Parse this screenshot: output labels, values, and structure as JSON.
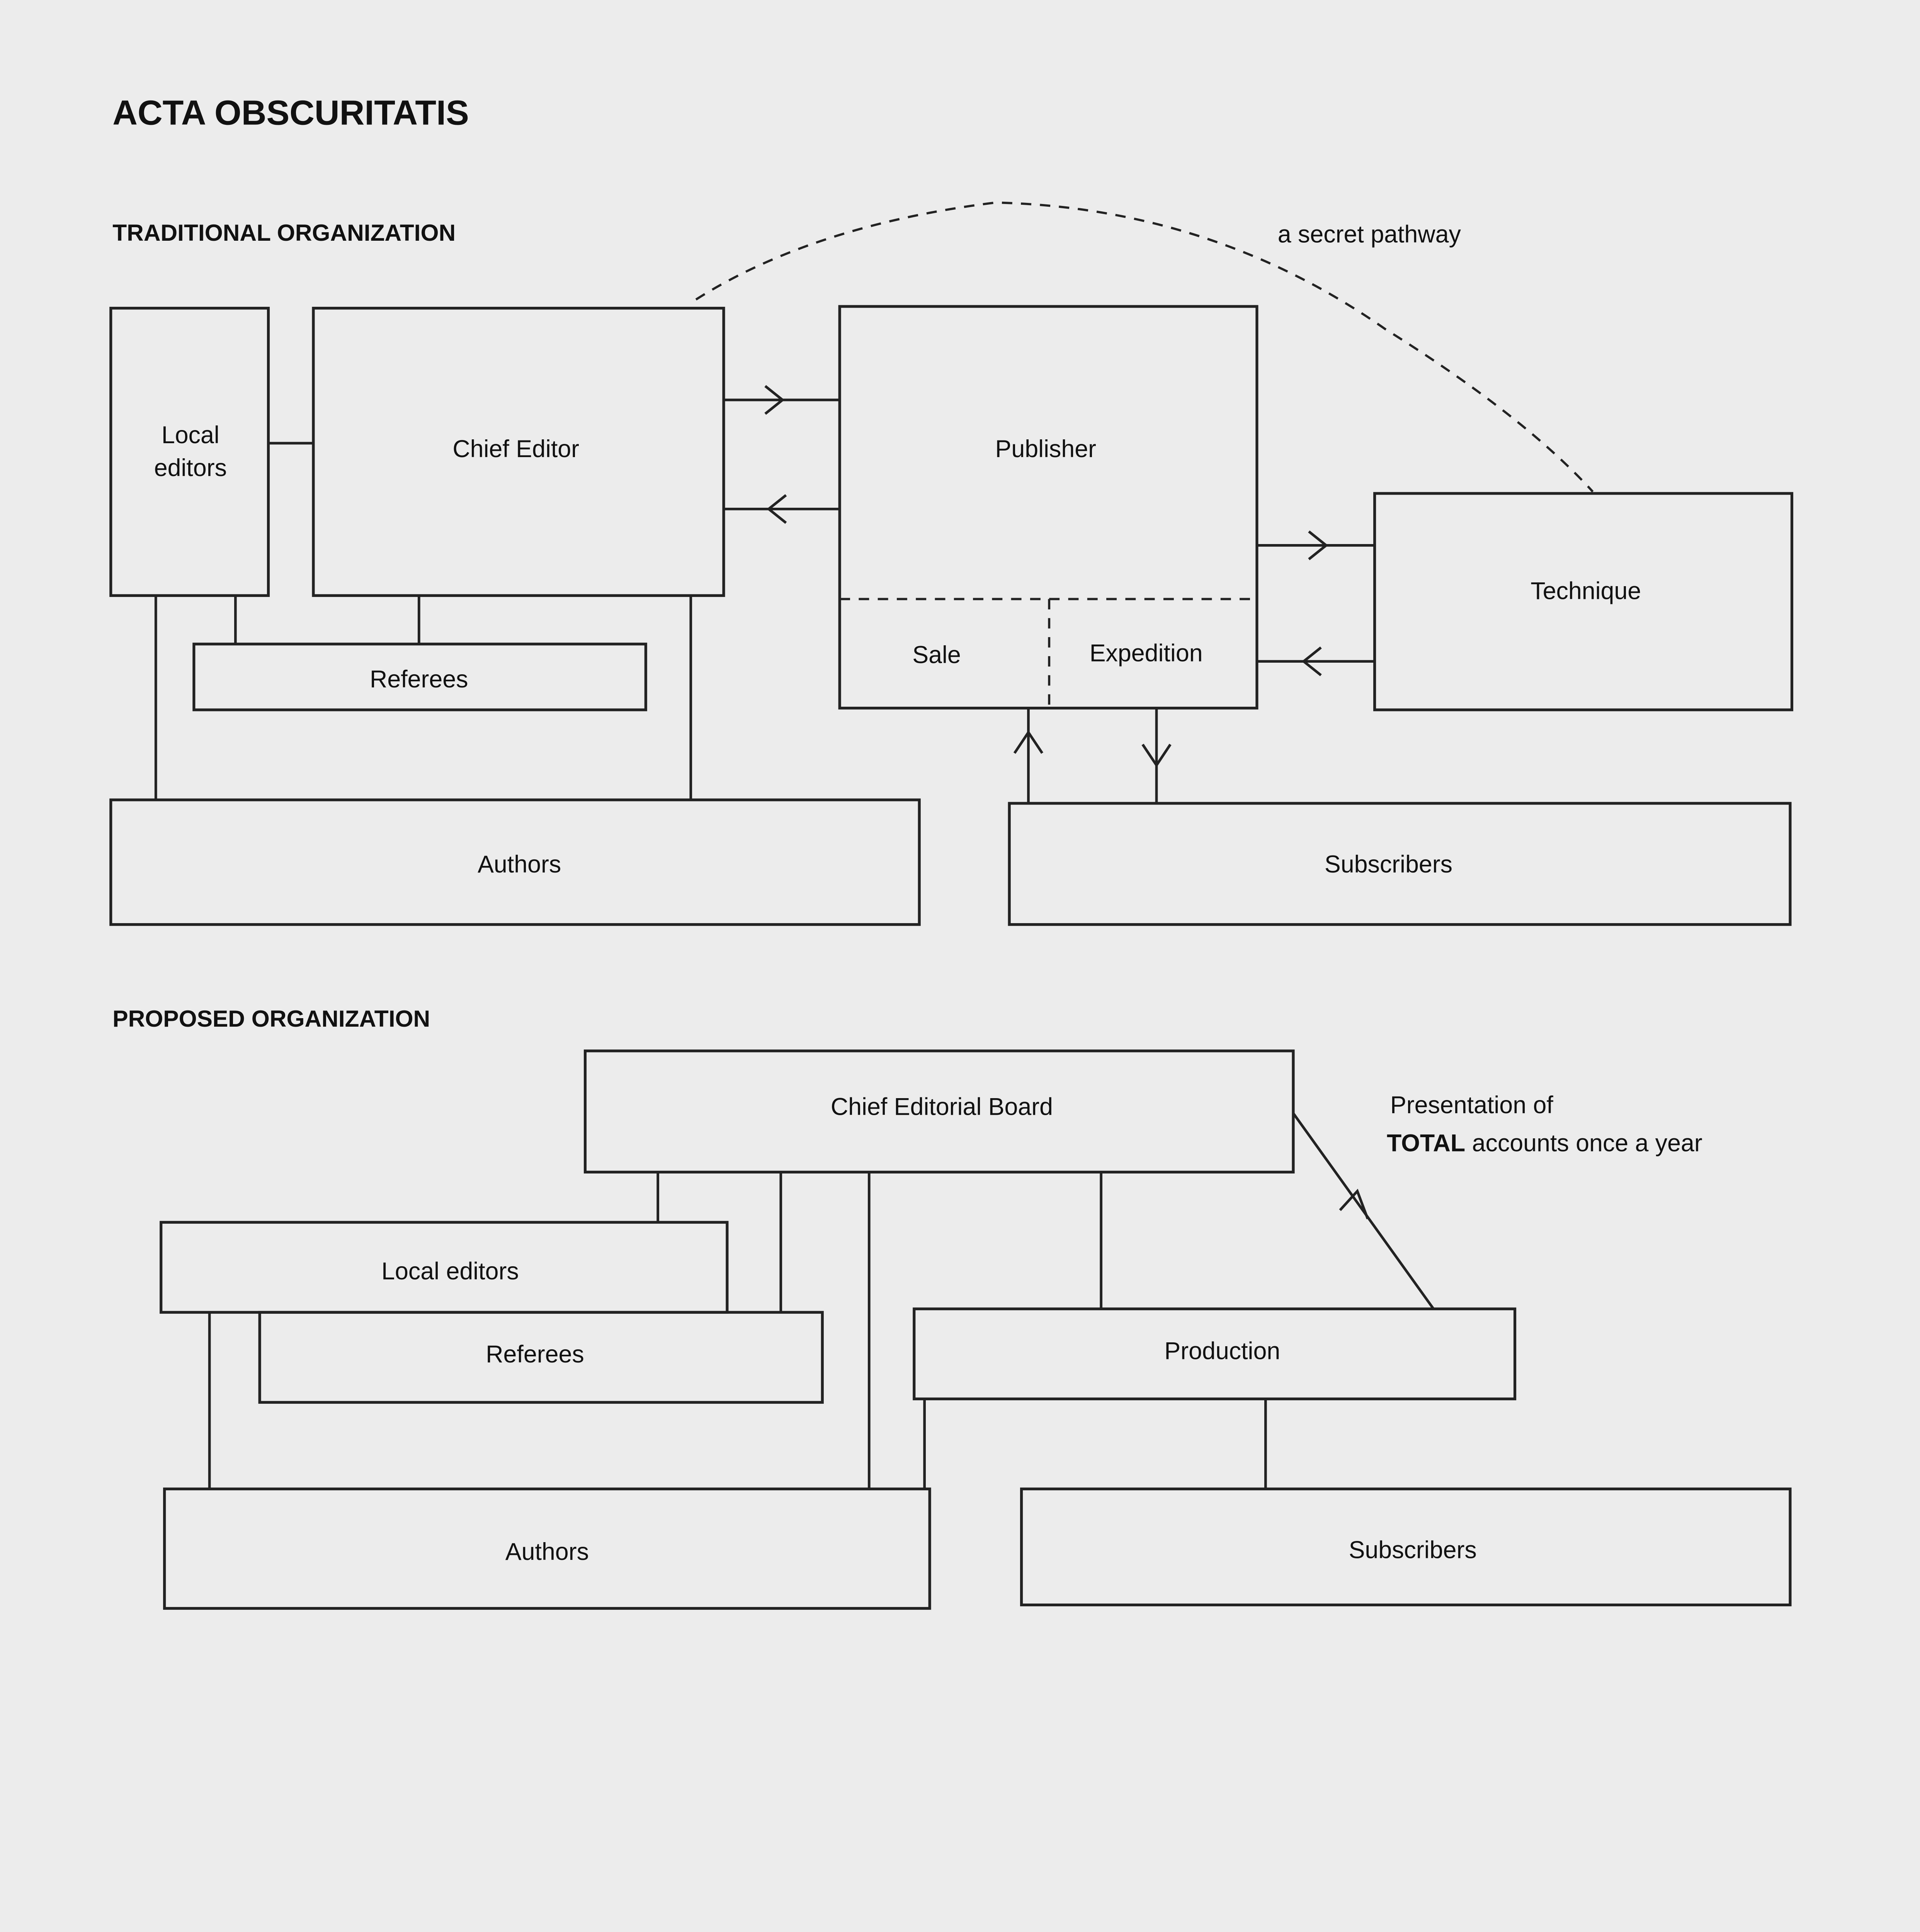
{
  "title": "ACTA OBSCURITATIS",
  "traditional": {
    "heading": "TRADITIONAL ORGANIZATION",
    "local_editors": [
      "Local",
      "editors"
    ],
    "chief_editor": "Chief Editor",
    "referees": "Referees",
    "authors": "Authors",
    "publisher": "Publisher",
    "sale": "Sale",
    "expedition": "Expedition",
    "technique": "Technique",
    "subscribers": "Subscribers",
    "secret_pathway": "a secret pathway"
  },
  "proposed": {
    "heading": "PROPOSED ORGANIZATION",
    "chief_board": "Chief Editorial Board",
    "local_editors": "Local editors",
    "referees": "Referees",
    "production": "Production",
    "authors": "Authors",
    "subscribers": "Subscribers",
    "presentation_line1": "Presentation of",
    "presentation_total": "TOTAL",
    "presentation_rest": " accounts once a year"
  }
}
